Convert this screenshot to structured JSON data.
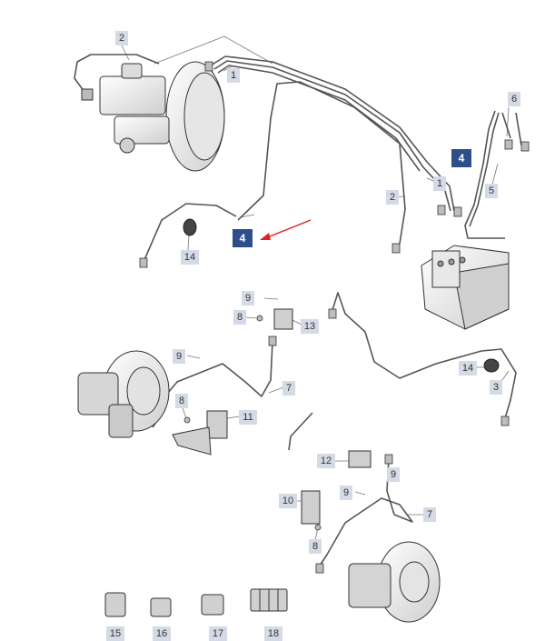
{
  "diagram": {
    "part_labels": {
      "p1a": "1",
      "p1b": "1",
      "p2a": "2",
      "p2b": "2",
      "p3": "3",
      "p4a": "4",
      "p4b": "4",
      "p5": "5",
      "p6": "6",
      "p7a": "7",
      "p7b": "7",
      "p8a": "8",
      "p8b": "8",
      "p8c": "8",
      "p9a": "9",
      "p9b": "9",
      "p9c": "9",
      "p9d": "9",
      "p10": "10",
      "p11": "11",
      "p12": "12",
      "p13": "13",
      "p14a": "14",
      "p14b": "14",
      "p15": "15",
      "p16": "16",
      "p17": "17",
      "p18": "18"
    },
    "colors": {
      "line": "#555555",
      "label_bg": "#d4dae6",
      "highlight_bg": "#2d4e8a",
      "arrow": "#e02020"
    }
  }
}
